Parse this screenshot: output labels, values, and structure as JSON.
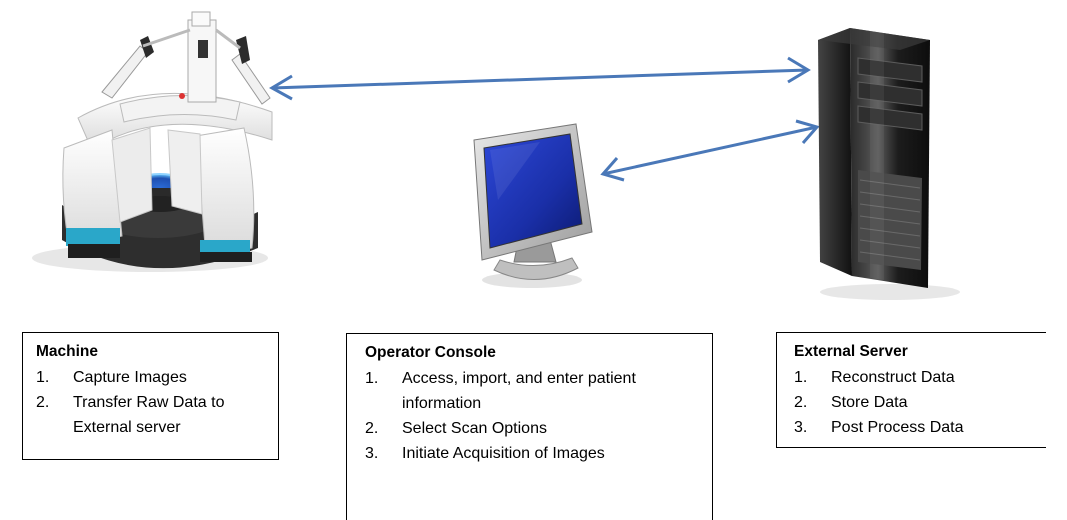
{
  "boxes": {
    "machine": {
      "title": "Machine",
      "items": [
        {
          "num": "1.",
          "text": "Capture Images"
        },
        {
          "num": "2.",
          "text": "Transfer Raw Data to External server"
        }
      ]
    },
    "console": {
      "title": "Operator Console",
      "items": [
        {
          "num": "1.",
          "text": "Access, import, and enter patient information"
        },
        {
          "num": "2.",
          "text": "Select Scan Options"
        },
        {
          "num": "3.",
          "text": "Initiate Acquisition of Images"
        }
      ]
    },
    "server": {
      "title": "External Server",
      "items": [
        {
          "num": "1.",
          "text": "Reconstruct Data"
        },
        {
          "num": "2.",
          "text": "Store Data"
        },
        {
          "num": "3.",
          "text": "Post Process Data"
        }
      ]
    }
  },
  "connector_color": "#4a78b8",
  "icons": [
    "scanner-machine-icon",
    "monitor-icon",
    "server-tower-icon"
  ]
}
